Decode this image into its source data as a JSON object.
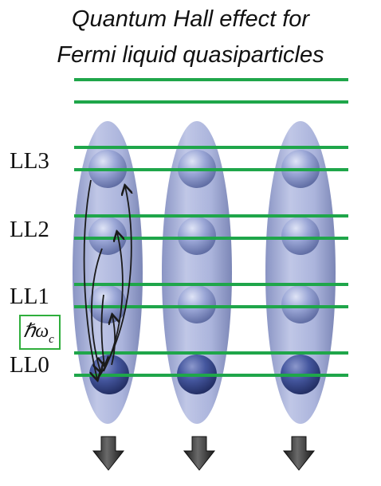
{
  "title": {
    "line1": "Quantum Hall effect for",
    "line2": "Fermi liquid quasiparticles"
  },
  "landau_levels": [
    {
      "label": "LL3"
    },
    {
      "label": "LL2"
    },
    {
      "label": "LL1"
    },
    {
      "label": "LL0"
    }
  ],
  "spacing_label": {
    "symbol": "ℏω",
    "subscript": "c"
  },
  "colors": {
    "level_line": "#1fa64a",
    "ellipsoid": "#9aa6d3",
    "sphere": "#8e9bd0",
    "sphere_filled": "#3d4f96",
    "arrow": "#2c2c2c",
    "box_border": "#2fae3c"
  }
}
